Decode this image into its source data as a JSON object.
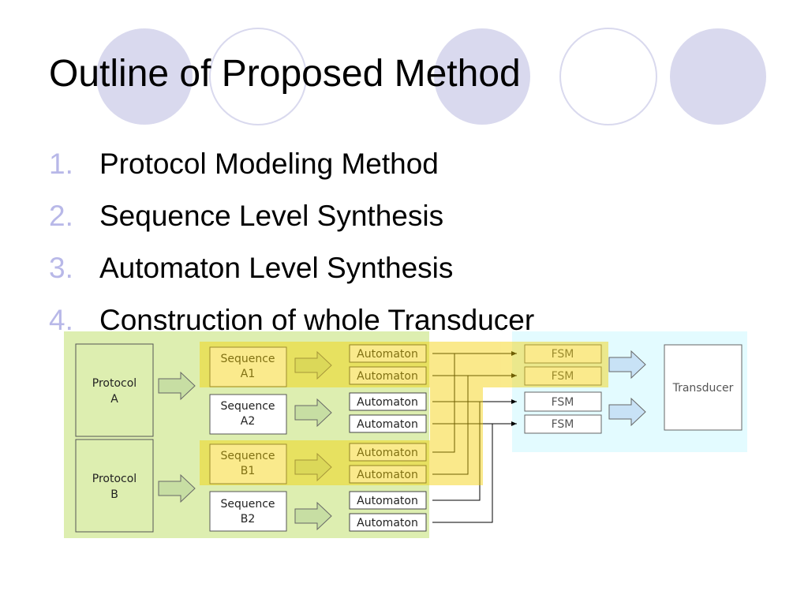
{
  "slide": {
    "title": "Outline of Proposed Method",
    "items": [
      {
        "num": "1.",
        "text": "Protocol Modeling Method"
      },
      {
        "num": "2.",
        "text": "Sequence Level Synthesis"
      },
      {
        "num": "3.",
        "text": "Automaton Level Synthesis"
      },
      {
        "num": "4.",
        "text": "Construction of whole Transducer"
      }
    ]
  },
  "diagram": {
    "protocol_a": [
      "Protocol",
      "A"
    ],
    "protocol_b": [
      "Protocol",
      "B"
    ],
    "seq_a1": [
      "Sequence",
      "A1"
    ],
    "seq_a2": [
      "Sequence",
      "A2"
    ],
    "seq_b1": [
      "Sequence",
      "B1"
    ],
    "seq_b2": [
      "Sequence",
      "B2"
    ],
    "automaton": "Automaton",
    "fsm": "FSM",
    "transducer": "Transducer"
  },
  "colors": {
    "green_panel": "#ddeeb0",
    "yellow_highlight": "#f5d000",
    "cyan_panel": "#e3fbff",
    "decor_circle": "#d9d9ee"
  }
}
